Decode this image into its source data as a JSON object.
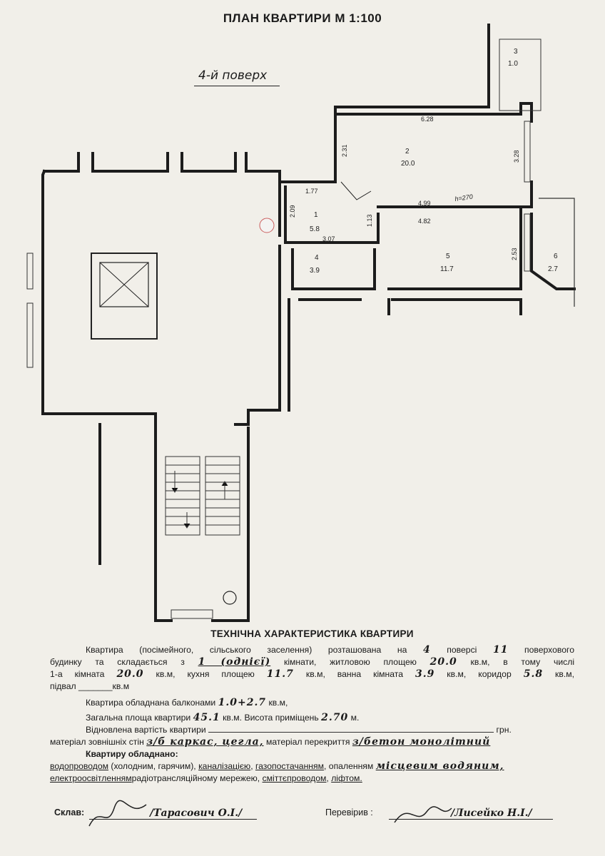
{
  "header": {
    "title": "ПЛАН КВАРТИРИ М 1:100",
    "floor_label": "4-й поверх"
  },
  "plan": {
    "rooms": [
      {
        "num": "1",
        "area": "5.8"
      },
      {
        "num": "2",
        "area": "20.0"
      },
      {
        "num": "3",
        "area": "1.0"
      },
      {
        "num": "4",
        "area": "3.9"
      },
      {
        "num": "5",
        "area": "11.7"
      },
      {
        "num": "6",
        "area": "2.7"
      }
    ],
    "dimensions": [
      "6.28",
      "2.31",
      "3.28",
      "1.77",
      "2.09",
      "1.13",
      "4.99",
      "4.82",
      "3.07",
      "2.53"
    ],
    "handwritten_height": "h=270"
  },
  "tech": {
    "title": "ТЕХНІЧНА ХАРАКТЕРИСТИКА КВАРТИРИ",
    "floor": "4",
    "storeys": "11",
    "rooms_count": "1 (однієї)",
    "living_area": "20.0",
    "room1_area": "20.0",
    "kitchen_area": "11.7",
    "bath_area": "3.9",
    "corridor_area": "5.8",
    "balconies": "1.0+2.7",
    "total_area": "45.1",
    "height": "2.70",
    "walls_material": "з/б каркас, цегла,",
    "ceiling_material": "з/бетон монолітний",
    "heating_type": "місцевим водяним,",
    "l1_a": "Квартира (посімейного, сільського заселення) розташована на",
    "l1_b": "поверсі",
    "l1_c": "поверхового",
    "l2_a": "будинку та складається з",
    "l2_b": "кімнати, житловою площею",
    "l2_c": "кв.м, в тому числі",
    "l3_a": "1-а кімната",
    "l3_b": "кв.м, кухня площею",
    "l3_c": "кв.м, ванна кімната",
    "l3_d": "кв.м, коридор",
    "l3_e": "кв.м,",
    "l4_a": "підвал",
    "l4_blank": "_______",
    "l4_b": "кв.м",
    "l5_a": "Квартира обладнана балконами",
    "l5_b": "кв.м,",
    "l6_a": "Загальна площа квартири",
    "l6_b": "кв.м. Висота приміщень",
    "l6_c": "м.",
    "l7_a": "Відновлена вартість квартири",
    "l7_b": "грн.",
    "l8_a": "матеріал зовнішніх стін",
    "l8_b": "матеріал перекриття",
    "equipped": "Квартиру обладнано:",
    "eq1": "водопроводом",
    "eq2": "(холодним, гарячим),",
    "eq3": "каналізацією",
    "eq4": "газопостачанням",
    "eq5": "опаленням",
    "eq6": "електроосвітленням",
    "eq7": "радіотрансляційному мережею,",
    "eq8": "сміттєпроводом",
    "eq9": "ліфтом."
  },
  "signatures": {
    "composed_label": "Склав:",
    "composed_name": "/Тарасович О.І./",
    "checked_label": "Перевірив :",
    "checked_name": "/Лисейко Н.І./"
  }
}
